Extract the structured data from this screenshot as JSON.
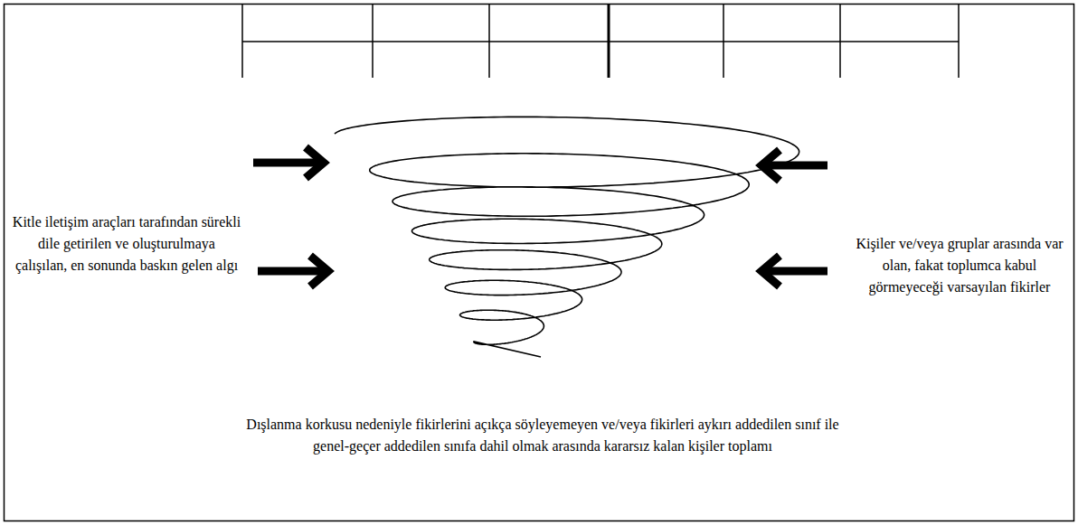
{
  "diagram": {
    "labels": [
      "Kitle iletişim araçları tarafından sürekli dile getirilen ve oluşturulmaya çalışılan, en sonunda baskın gelen algı",
      "Kişiler ve/veya gruplar arasında var olan, fakat toplumca kabul görmeyeceği varsayılan fikirler",
      "Dışlanma korkusu nedeniyle fikirlerini açıkça söyleyemeyen ve/veya fikirleri aykırı addedilen sınıf ile genel-geçer addedilen sınıfa dahil olmak arasında kararsız kalan kişiler toplamı"
    ]
  }
}
